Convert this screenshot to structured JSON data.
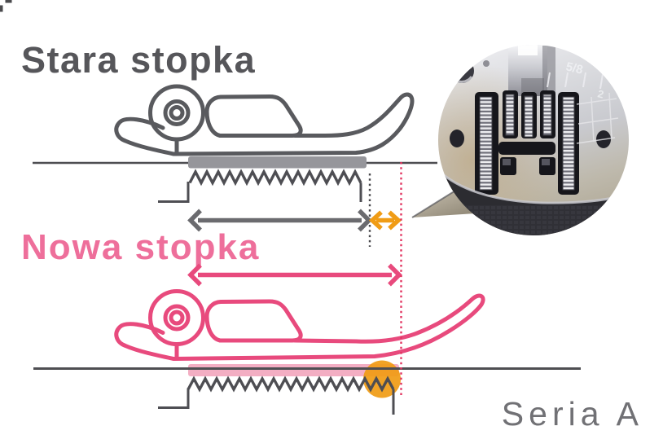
{
  "titles": {
    "old_foot": "Stara stopka",
    "new_foot": "Nowa stopka",
    "series": "Seria A"
  },
  "photo": {
    "marking_seam_width": "5/8",
    "marking_grid": "2"
  },
  "colors": {
    "title_gray": "#56565a",
    "outline_gray": "#595a5e",
    "bar_gray": "#96969b",
    "zigzag": "#4e4e53",
    "plate_line": "#4e4e52",
    "pink": "#e84a7d",
    "pink_text": "#ee6f9b",
    "pink_bar": "#f3aec3",
    "pink_dotted": "#e23560",
    "orange": "#f09c15",
    "series_gray": "#717175"
  }
}
